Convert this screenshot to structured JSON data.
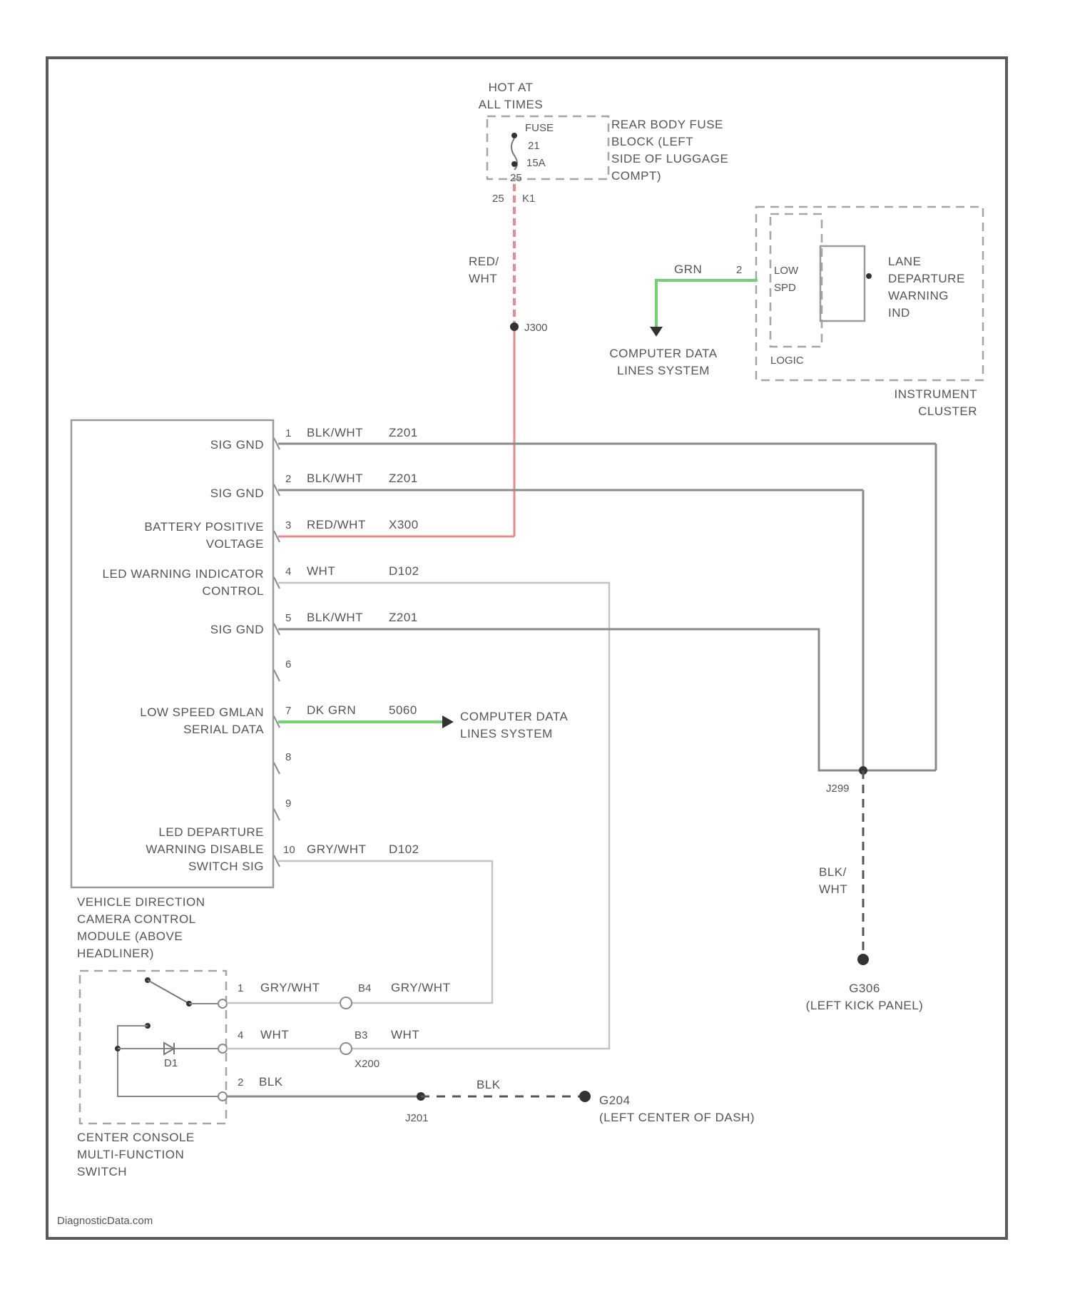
{
  "labels": {
    "hot": [
      "HOT AT",
      "ALL TIMES"
    ],
    "fuse": [
      "FUSE",
      "21",
      "15A"
    ],
    "fuse_pin_top": "25",
    "fuse_pins_bottom": [
      "25",
      "K1"
    ],
    "fuse_block": [
      "REAR BODY FUSE",
      "BLOCK (LEFT",
      "SIDE OF LUGGAGE",
      "COMPT)"
    ],
    "feed_wire_color": [
      "RED/",
      "WHT"
    ],
    "splice_top": "J300",
    "cluster_wire": "GRN",
    "cluster_pin": "2",
    "cluster_comp": [
      "LOW",
      "SPD"
    ],
    "cluster_logic": "LOGIC",
    "cluster_indicator": [
      "LANE",
      "DEPARTURE",
      "WARNING",
      "IND"
    ],
    "cluster_name": [
      "INSTRUMENT",
      "CLUSTER"
    ],
    "cdl_top": [
      "COMPUTER DATA",
      "LINES SYSTEM"
    ],
    "module_name": [
      "VEHICLE DIRECTION",
      "CAMERA CONTROL",
      "MODULE (ABOVE",
      "HEADLINER)"
    ],
    "module_pins": [
      {
        "name": [
          "SIG GND"
        ],
        "num": "1",
        "color": "BLK/WHT",
        "circuit": "Z201"
      },
      {
        "name": [
          "SIG GND"
        ],
        "num": "2",
        "color": "BLK/WHT",
        "circuit": "Z201"
      },
      {
        "name": [
          "BATTERY POSITIVE",
          "VOLTAGE"
        ],
        "num": "3",
        "color": "RED/WHT",
        "circuit": "X300"
      },
      {
        "name": [
          "LED WARNING INDICATOR",
          "CONTROL"
        ],
        "num": "4",
        "color": "WHT",
        "circuit": "D102"
      },
      {
        "name": [
          "SIG GND"
        ],
        "num": "5",
        "color": "BLK/WHT",
        "circuit": "Z201"
      },
      {
        "name": [],
        "num": "6",
        "color": "",
        "circuit": ""
      },
      {
        "name": [
          "LOW SPEED GMLAN",
          "SERIAL DATA"
        ],
        "num": "7",
        "color": "DK GRN",
        "circuit": "5060"
      },
      {
        "name": [],
        "num": "8",
        "color": "",
        "circuit": ""
      },
      {
        "name": [],
        "num": "9",
        "color": "",
        "circuit": ""
      },
      {
        "name": [
          "LED DEPARTURE",
          "WARNING DISABLE",
          "SWITCH SIG"
        ],
        "num": "10",
        "color": "GRY/WHT",
        "circuit": "D102"
      }
    ],
    "cdl_mid": [
      "COMPUTER DATA",
      "LINES SYSTEM"
    ],
    "splice_right": "J299",
    "ground_wire": [
      "BLK/",
      "WHT"
    ],
    "ground_right": [
      "G306",
      "(LEFT KICK PANEL)"
    ],
    "switch_name": [
      "CENTER CONSOLE",
      "MULTI-FUNCTION",
      "SWITCH"
    ],
    "switch_diode": "D1",
    "switch_rows": [
      {
        "num": "1",
        "color": "GRY/WHT",
        "conn_pin": "B4",
        "out_color": "GRY/WHT"
      },
      {
        "num": "4",
        "color": "WHT",
        "conn_pin": "B3",
        "out_color": "WHT"
      },
      {
        "num": "2",
        "color": "BLK",
        "conn_pin": "",
        "out_color": "BLK"
      }
    ],
    "connector": "X200",
    "splice_bottom": "J201",
    "ground_bottom": [
      "G204",
      "(LEFT CENTER OF DASH)"
    ],
    "watermark": "DiagnosticData.com"
  },
  "colors": {
    "wire_gray": "#8a8a8a",
    "wire_red": "#e88a8a",
    "wire_green": "#6fd46f",
    "border": "#5a5a5a"
  }
}
